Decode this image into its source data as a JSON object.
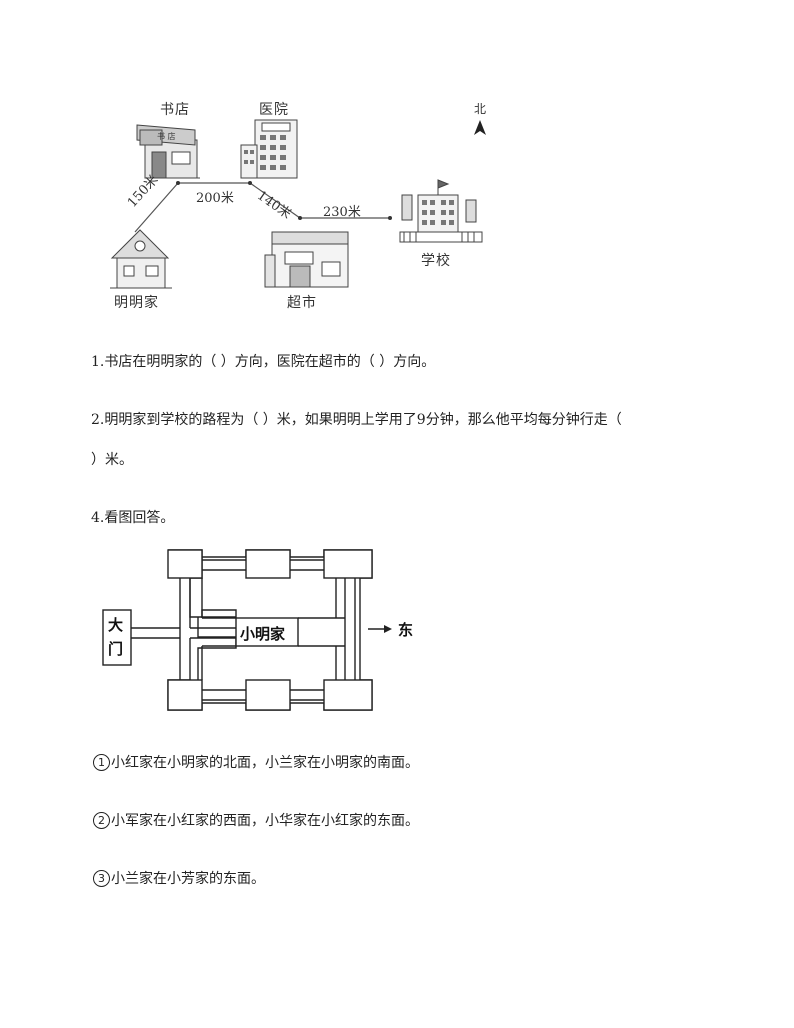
{
  "map": {
    "places": {
      "bookstore": "书店",
      "hospital": "医院",
      "home": "明明家",
      "supermarket": "超市",
      "school": "学校",
      "north": "北",
      "bookstore_sign": "书 店"
    },
    "distances": {
      "d1": "150米",
      "d2": "200米",
      "d3": "140米",
      "d4": "230米"
    }
  },
  "questions": {
    "q1": "1.书店在明明家的（  ）方向，医院在超市的（  ）方向。",
    "q2_line1": "2.明明家到学校的路程为（  ）米，如果明明上学用了9分钟，那么他平均每分钟行走（",
    "q2_line2": "）米。",
    "q4": "4.看图回答。"
  },
  "diagram2": {
    "gate_line1": "大",
    "gate_line2": "门",
    "home": "小明家",
    "east": "东"
  },
  "statements": [
    {
      "num": "1",
      "text": "小红家在小明家的北面，小兰家在小明家的南面。"
    },
    {
      "num": "2",
      "text": "小军家在小红家的西面，小华家在小红家的东面。"
    },
    {
      "num": "3",
      "text": "小兰家在小芳家的东面。"
    }
  ]
}
